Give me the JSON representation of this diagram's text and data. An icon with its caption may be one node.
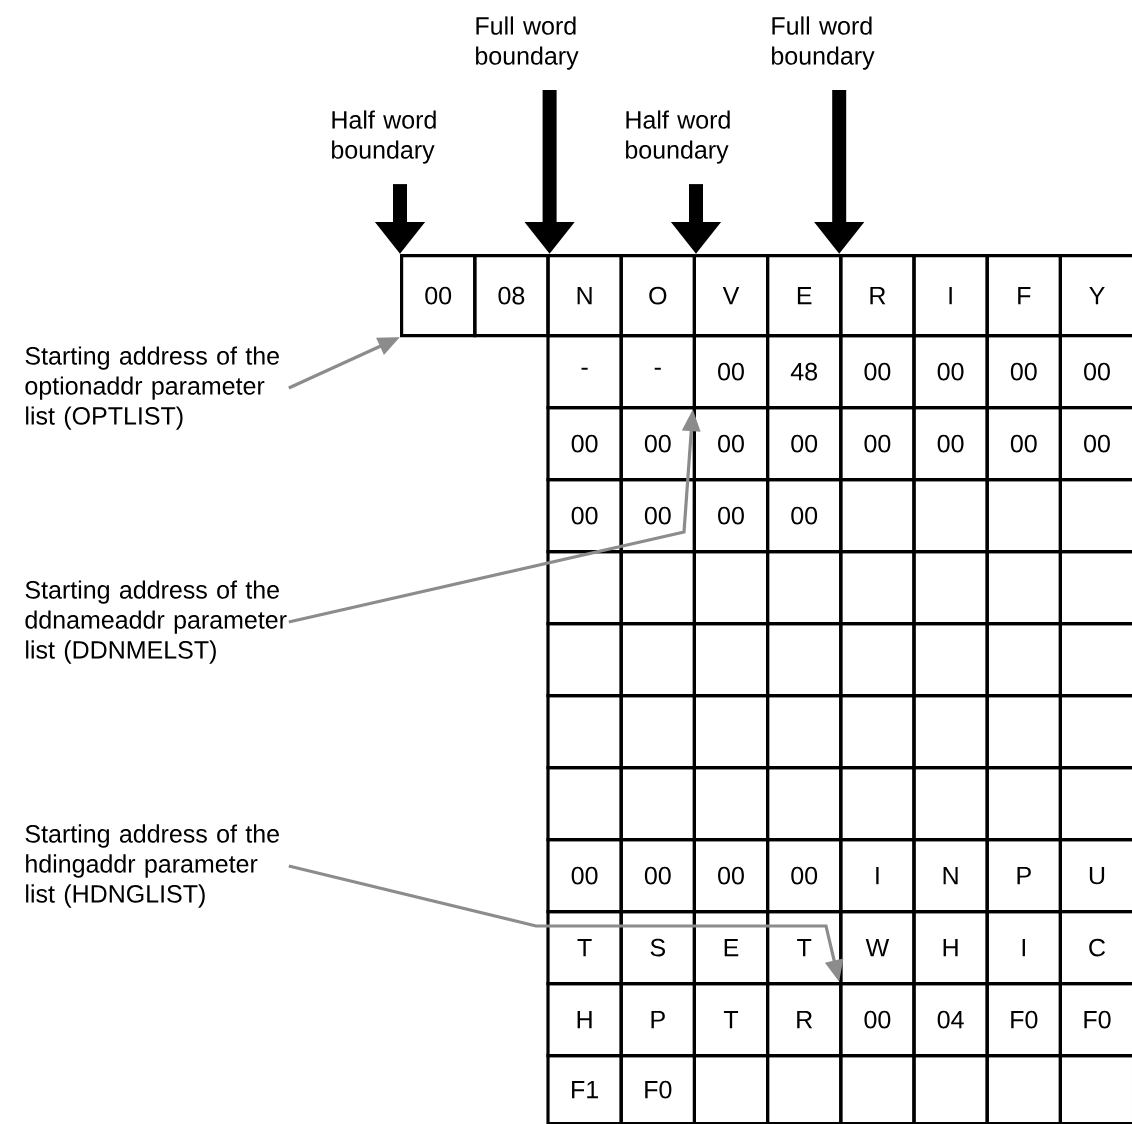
{
  "diagram": {
    "nodes": [
      {
        "text": [
          "Full word boundary"
        ]
      },
      {
        "text": [
          "Full word boundary"
        ]
      },
      {
        "text": [
          "Half word boundary"
        ]
      },
      {
        "text": [
          "Half word boundary"
        ]
      },
      {
        "text": [
          "Starting address of the optionaddr parameter list (OPTLIST)"
        ]
      },
      {
        "text": [
          "Starting address of the ddnameaddr parameter list (DDNMELST)"
        ]
      },
      {
        "text": [
          "Starting address of the hdingaddr parameter list (HDNGLIST)"
        ]
      },
      {
        "text": [
          "00"
        ]
      },
      {
        "text": [
          "08"
        ]
      },
      {
        "text": [
          "N"
        ]
      },
      {
        "text": [
          "O"
        ]
      },
      {
        "text": [
          "V"
        ]
      },
      {
        "text": [
          "E"
        ]
      },
      {
        "text": [
          "R"
        ]
      },
      {
        "text": [
          "I"
        ]
      },
      {
        "text": [
          "F"
        ]
      },
      {
        "text": [
          "Y"
        ]
      },
      {
        "text": [
          "-"
        ]
      },
      {
        "text": [
          "-"
        ]
      },
      {
        "text": [
          "00"
        ]
      },
      {
        "text": [
          "48"
        ]
      },
      {
        "text": [
          "00"
        ]
      },
      {
        "text": [
          "00"
        ]
      },
      {
        "text": [
          "00"
        ]
      },
      {
        "text": [
          "00"
        ]
      },
      {
        "text": [
          "00"
        ]
      },
      {
        "text": [
          "00"
        ]
      },
      {
        "text": [
          "00"
        ]
      },
      {
        "text": [
          "00"
        ]
      },
      {
        "text": [
          "00"
        ]
      },
      {
        "text": [
          "00"
        ]
      },
      {
        "text": [
          "00"
        ]
      },
      {
        "text": [
          "00"
        ]
      },
      {
        "text": [
          "00"
        ]
      },
      {
        "text": [
          "00"
        ]
      },
      {
        "text": [
          "00"
        ]
      },
      {
        "text": [
          "00"
        ]
      },
      {
        "text": [],
        "shape": "box"
      },
      {
        "text": [],
        "shape": "box"
      },
      {
        "text": [],
        "shape": "box"
      },
      {
        "text": [],
        "shape": "box"
      },
      {
        "text": [],
        "shape": "box"
      },
      {
        "text": [],
        "shape": "box"
      },
      {
        "text": [],
        "shape": "box"
      },
      {
        "text": [],
        "shape": "box"
      },
      {
        "text": [],
        "shape": "box"
      },
      {
        "text": [],
        "shape": "box"
      },
      {
        "text": [],
        "shape": "box"
      },
      {
        "text": [],
        "shape": "box"
      },
      {
        "text": [],
        "shape": "box"
      },
      {
        "text": [],
        "shape": "box"
      },
      {
        "text": [],
        "shape": "box"
      },
      {
        "text": [],
        "shape": "box"
      },
      {
        "text": [],
        "shape": "box"
      },
      {
        "text": [],
        "shape": "box"
      },
      {
        "text": [],
        "shape": "box"
      },
      {
        "text": [],
        "shape": "box"
      },
      {
        "text": [],
        "shape": "box"
      },
      {
        "text": [],
        "shape": "box"
      },
      {
        "text": [],
        "shape": "box"
      },
      {
        "text": [],
        "shape": "box"
      },
      {
        "text": [],
        "shape": "box"
      },
      {
        "text": [],
        "shape": "box"
      },
      {
        "text": [],
        "shape": "box"
      },
      {
        "text": [],
        "shape": "box"
      },
      {
        "text": [],
        "shape": "box"
      },
      {
        "text": [],
        "shape": "box"
      },
      {
        "text": [],
        "shape": "box"
      },
      {
        "text": [],
        "shape": "box"
      },
      {
        "text": [],
        "shape": "box"
      },
      {
        "text": [],
        "shape": "box"
      },
      {
        "text": [],
        "shape": "box"
      },
      {
        "text": [],
        "shape": "box"
      },
      {
        "text": [
          "00"
        ]
      },
      {
        "text": [
          "00"
        ]
      },
      {
        "text": [
          "00"
        ]
      },
      {
        "text": [
          "00"
        ]
      },
      {
        "text": [
          "I"
        ]
      },
      {
        "text": [
          "N"
        ]
      },
      {
        "text": [
          "P"
        ]
      },
      {
        "text": [
          "U"
        ]
      },
      {
        "text": [
          "T"
        ]
      },
      {
        "text": [
          "S"
        ]
      },
      {
        "text": [
          "E"
        ]
      },
      {
        "text": [
          "T"
        ]
      },
      {
        "text": [
          "W"
        ]
      },
      {
        "text": [
          "H"
        ]
      },
      {
        "text": [
          "I"
        ]
      },
      {
        "text": [
          "C"
        ]
      },
      {
        "text": [
          "H"
        ]
      },
      {
        "text": [
          "P"
        ]
      },
      {
        "text": [
          "T"
        ]
      },
      {
        "text": [
          "R"
        ]
      },
      {
        "text": [
          "00"
        ]
      },
      {
        "text": [
          "04"
        ]
      },
      {
        "text": [
          "F0"
        ]
      },
      {
        "text": [
          "F0"
        ]
      },
      {
        "text": [
          "F1"
        ]
      },
      {
        "text": [
          "F0"
        ]
      },
      {
        "text": [],
        "shape": "box"
      },
      {
        "text": [],
        "shape": "box"
      },
      {
        "text": [],
        "shape": "box"
      },
      {
        "text": [],
        "shape": "box"
      },
      {
        "text": [],
        "shape": "box"
      },
      {
        "text": [],
        "shape": "box"
      }
    ],
    "edges": [
      {
        "from": 0,
        "to": 8,
        "arrow": "to"
      },
      {
        "from": 1,
        "to": 13,
        "arrow": "to"
      },
      {
        "from": 2,
        "to": 7,
        "arrow": "to"
      },
      {
        "from": 3,
        "to": 10,
        "arrow": "to"
      },
      {
        "from": 4,
        "to": 7,
        "arrow": "to",
        "color": "#8c8c8c"
      },
      {
        "from": 5,
        "to": 19,
        "arrow": "to",
        "color": "#8c8c8c"
      },
      {
        "from": 6,
        "to": 93,
        "arrow": "to",
        "color": "#8c8c8c"
      }
    ]
  }
}
